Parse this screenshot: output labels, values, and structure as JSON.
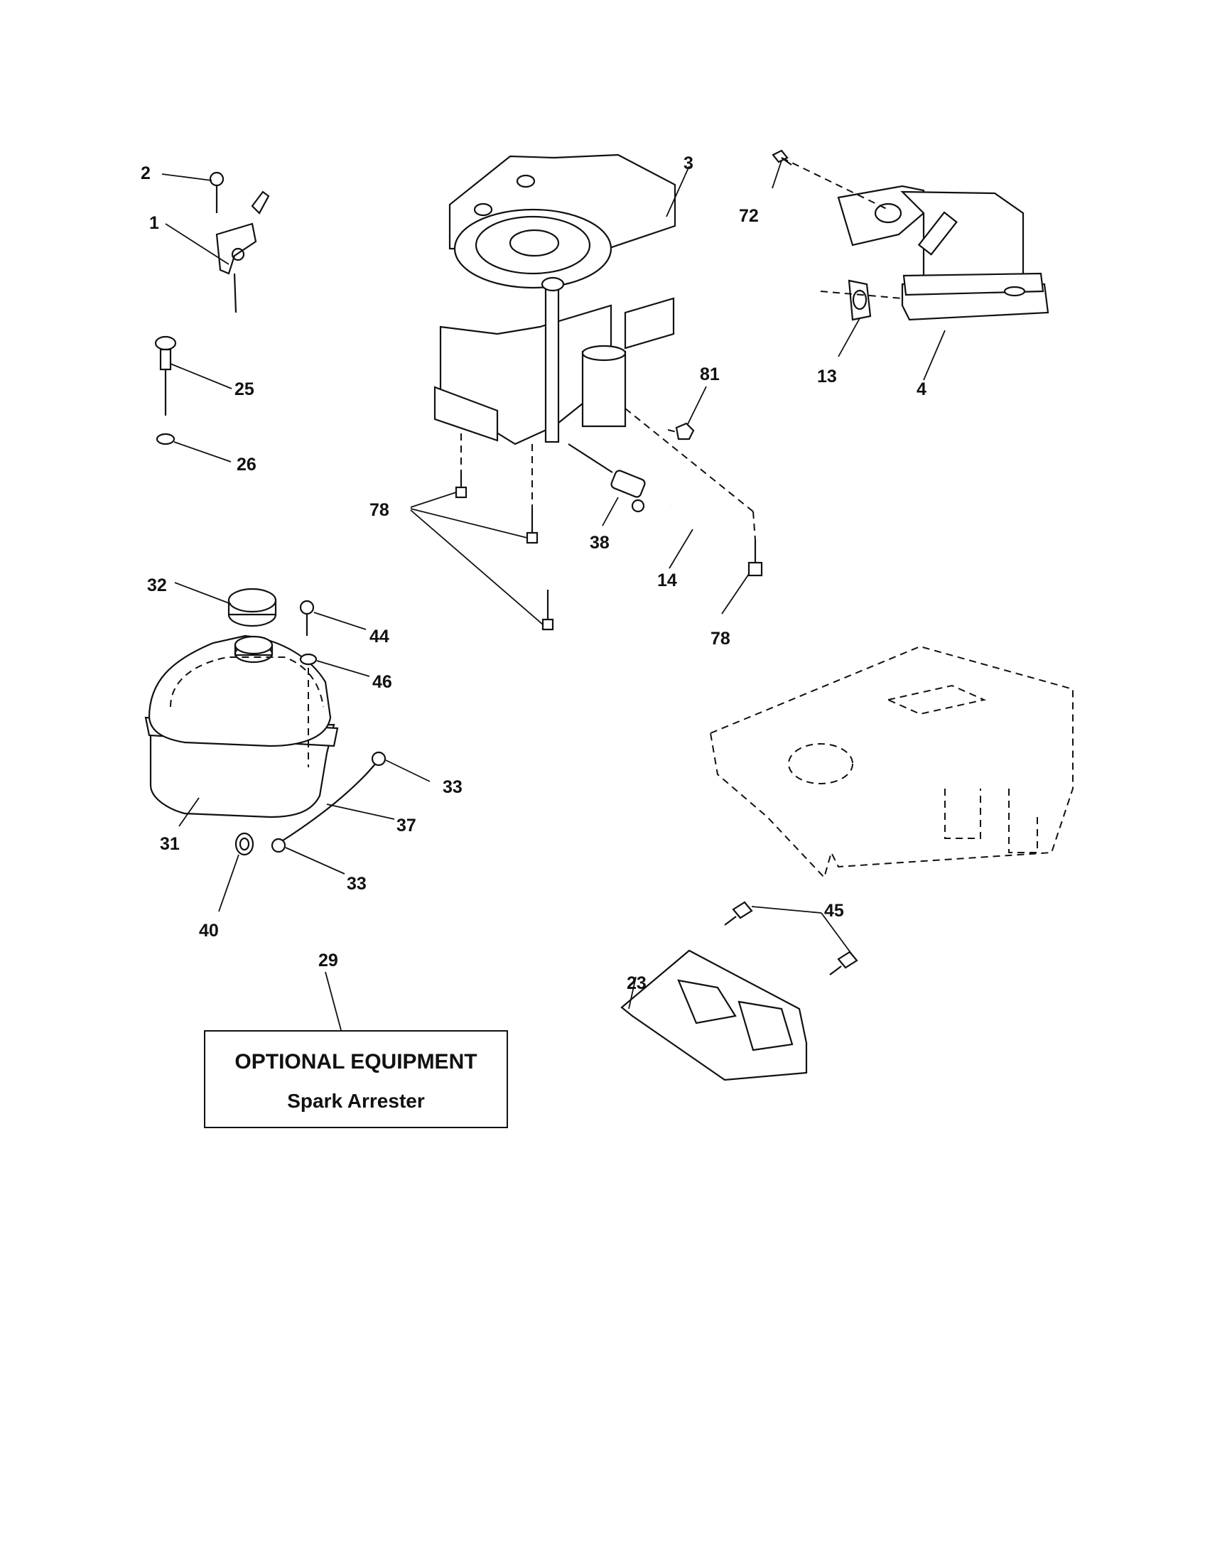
{
  "labels": {
    "p1": "1",
    "p2": "2",
    "p3": "3",
    "p4": "4",
    "p13": "13",
    "p14": "14",
    "p23": "23",
    "p25": "25",
    "p26": "26",
    "p29": "29",
    "p31": "31",
    "p32": "32",
    "p33a": "33",
    "p33b": "33",
    "p37": "37",
    "p38": "38",
    "p40": "40",
    "p44": "44",
    "p45": "45",
    "p46": "46",
    "p72": "72",
    "p78a": "78",
    "p78b": "78",
    "p81": "81"
  },
  "callout": {
    "title": "OPTIONAL EQUIPMENT",
    "subtitle": "Spark Arrester"
  }
}
